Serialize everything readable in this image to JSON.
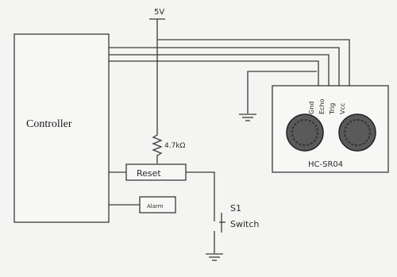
{
  "supply": {
    "label": "5V"
  },
  "controller": {
    "label": "Controller"
  },
  "resistor": {
    "label": "4.7kΩ"
  },
  "reset": {
    "label": "Reset"
  },
  "alarm": {
    "label": "Alarm"
  },
  "switch": {
    "ref": "S1",
    "label": "Switch"
  },
  "sensor": {
    "label": "HC-SR04",
    "pins": [
      "Gnd",
      "Echo",
      "Trig",
      "Vcc"
    ]
  }
}
